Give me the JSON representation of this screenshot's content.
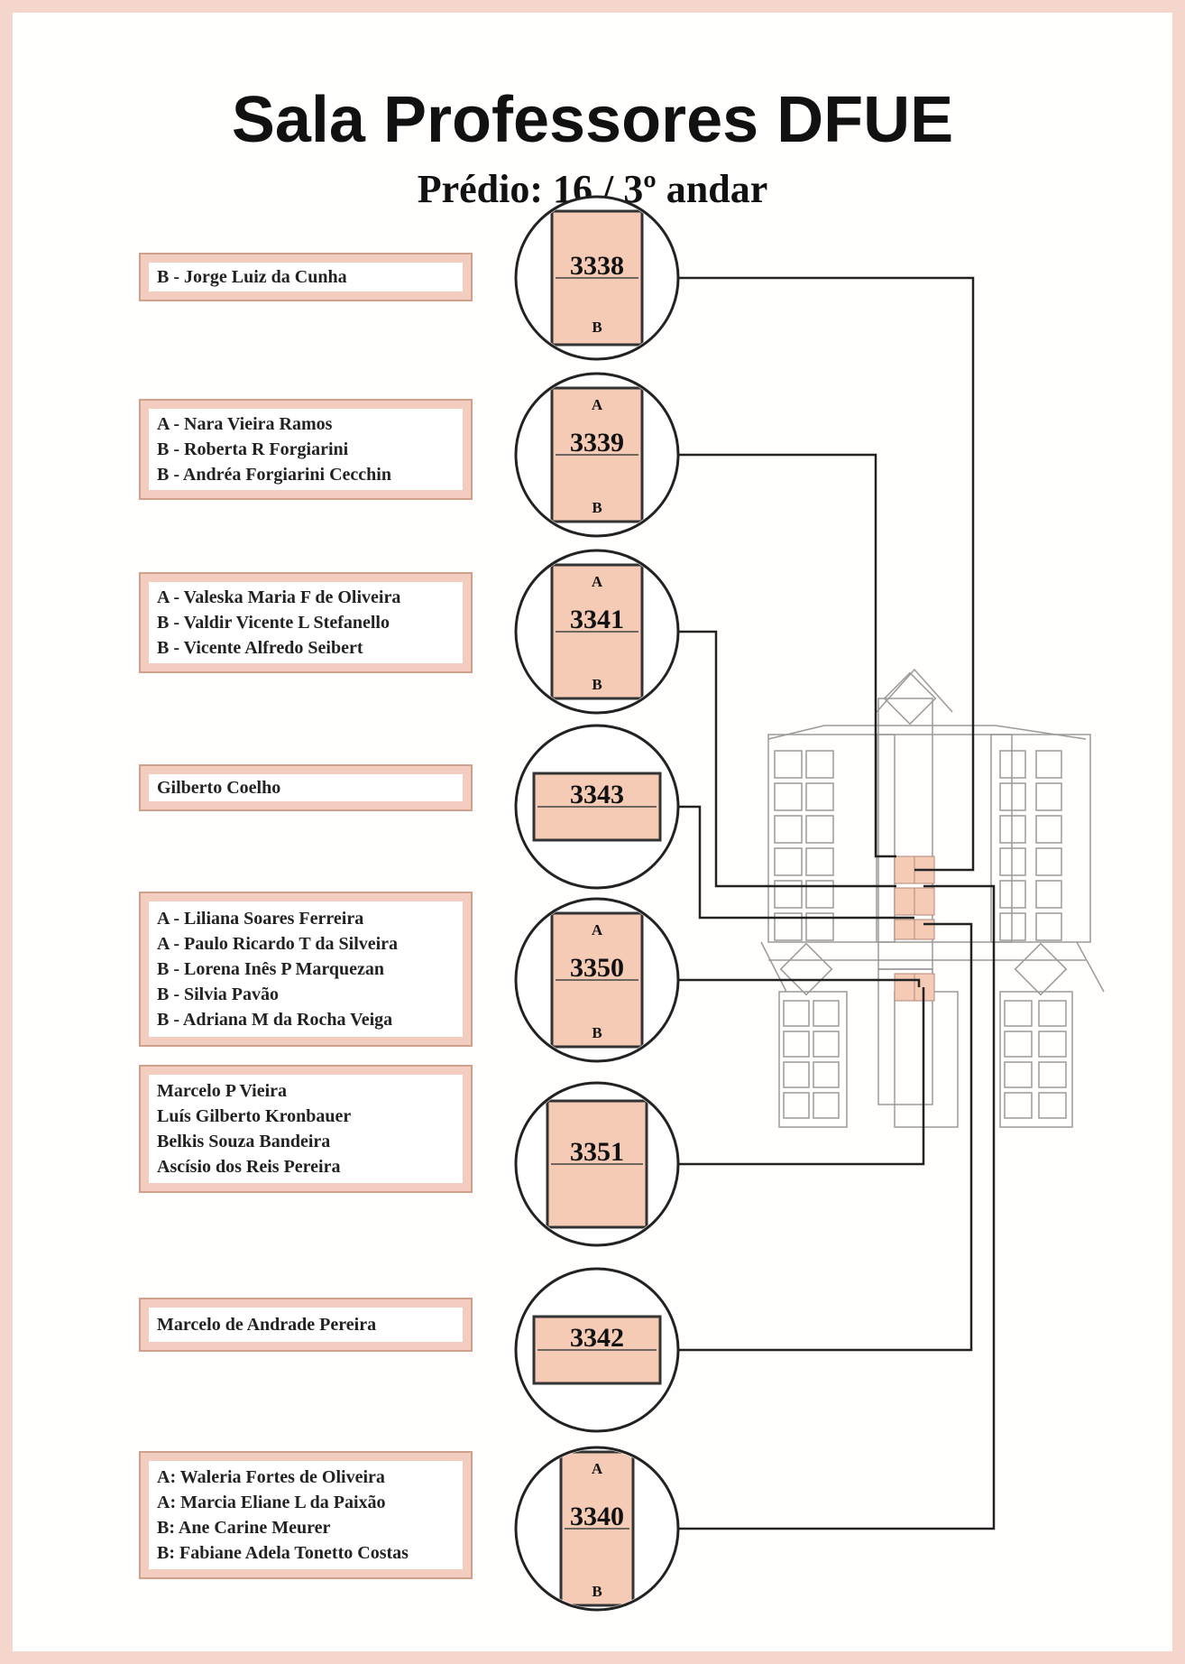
{
  "title": "Sala Professores DFUE",
  "subtitle": "Prédio: 16 / 3º andar",
  "rooms": [
    {
      "number": "3338",
      "sections": [
        "B"
      ],
      "names": [
        "B - Jorge Luiz da Cunha"
      ]
    },
    {
      "number": "3339",
      "sections": [
        "A",
        "B"
      ],
      "names": [
        "A - Nara Vieira Ramos",
        "B - Roberta R Forgiarini",
        "B - Andréa Forgiarini Cecchin"
      ]
    },
    {
      "number": "3341",
      "sections": [
        "A",
        "B"
      ],
      "names": [
        "A - Valeska Maria F de Oliveira",
        "B - Valdir Vicente L Stefanello",
        "B - Vicente Alfredo Seibert"
      ]
    },
    {
      "number": "3343",
      "sections": [],
      "names": [
        "Gilberto Coelho"
      ]
    },
    {
      "number": "3350",
      "sections": [
        "A",
        "B"
      ],
      "names": [
        "A - Liliana Soares Ferreira",
        "A - Paulo Ricardo T da Silveira",
        "B - Lorena Inês P Marquezan",
        "B - Silvia Pavão",
        "B - Adriana M da Rocha Veiga"
      ]
    },
    {
      "number": "3351",
      "sections": [],
      "names": [
        "Marcelo P Vieira",
        "Luís Gilberto Kronbauer",
        "Belkis Souza Bandeira",
        "Ascísio dos Reis Pereira"
      ]
    },
    {
      "number": "3342",
      "sections": [],
      "names": [
        "Marcelo de Andrade Pereira"
      ]
    },
    {
      "number": "3340",
      "sections": [
        "A",
        "B"
      ],
      "names": [
        "A: Waleria Fortes de Oliveira",
        "A: Marcia Eliane L da Paixão",
        "B: Ane Carine Meurer",
        "B: Fabiane Adela Tonetto Costas"
      ]
    }
  ],
  "colors": {
    "room_fill": "#f5cbb6",
    "box_border": "#cfa08c",
    "box_inner": "#f3cdbf",
    "line": "#222222",
    "frame": "#f4d6cc"
  }
}
